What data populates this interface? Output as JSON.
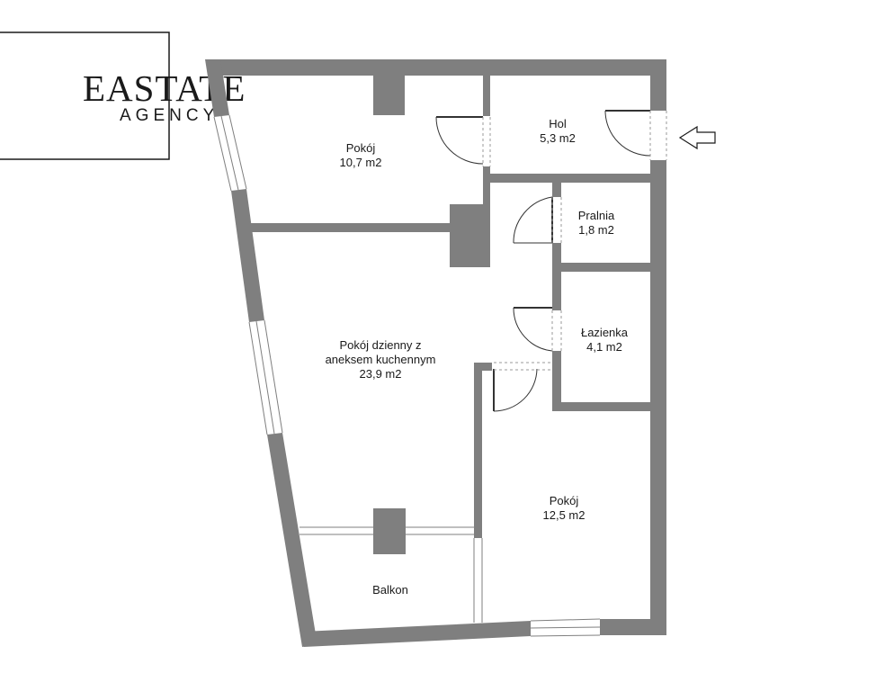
{
  "logo": {
    "main": "EASTATE",
    "sub": "AGENCY"
  },
  "colors": {
    "wall": "#7f7f7f",
    "background": "#ffffff",
    "text": "#1a1a1a"
  },
  "rooms": {
    "pokoj_1": {
      "name": "Pokój",
      "area": "10,7 m2"
    },
    "hol": {
      "name": "Hol",
      "area": "5,3 m2"
    },
    "pralnia": {
      "name": "Pralnia",
      "area": "1,8 m2"
    },
    "lazienka": {
      "name": "Łazienka",
      "area": "4,1 m2"
    },
    "living": {
      "name_line1": "Pokój dzienny z",
      "name_line2": "aneksem kuchennym",
      "area": "23,9 m2"
    },
    "pokoj_2": {
      "name": "Pokój",
      "area": "12,5 m2"
    },
    "balkon": {
      "name": "Balkon"
    }
  },
  "icons": {
    "entrance": "arrow-left-icon"
  }
}
